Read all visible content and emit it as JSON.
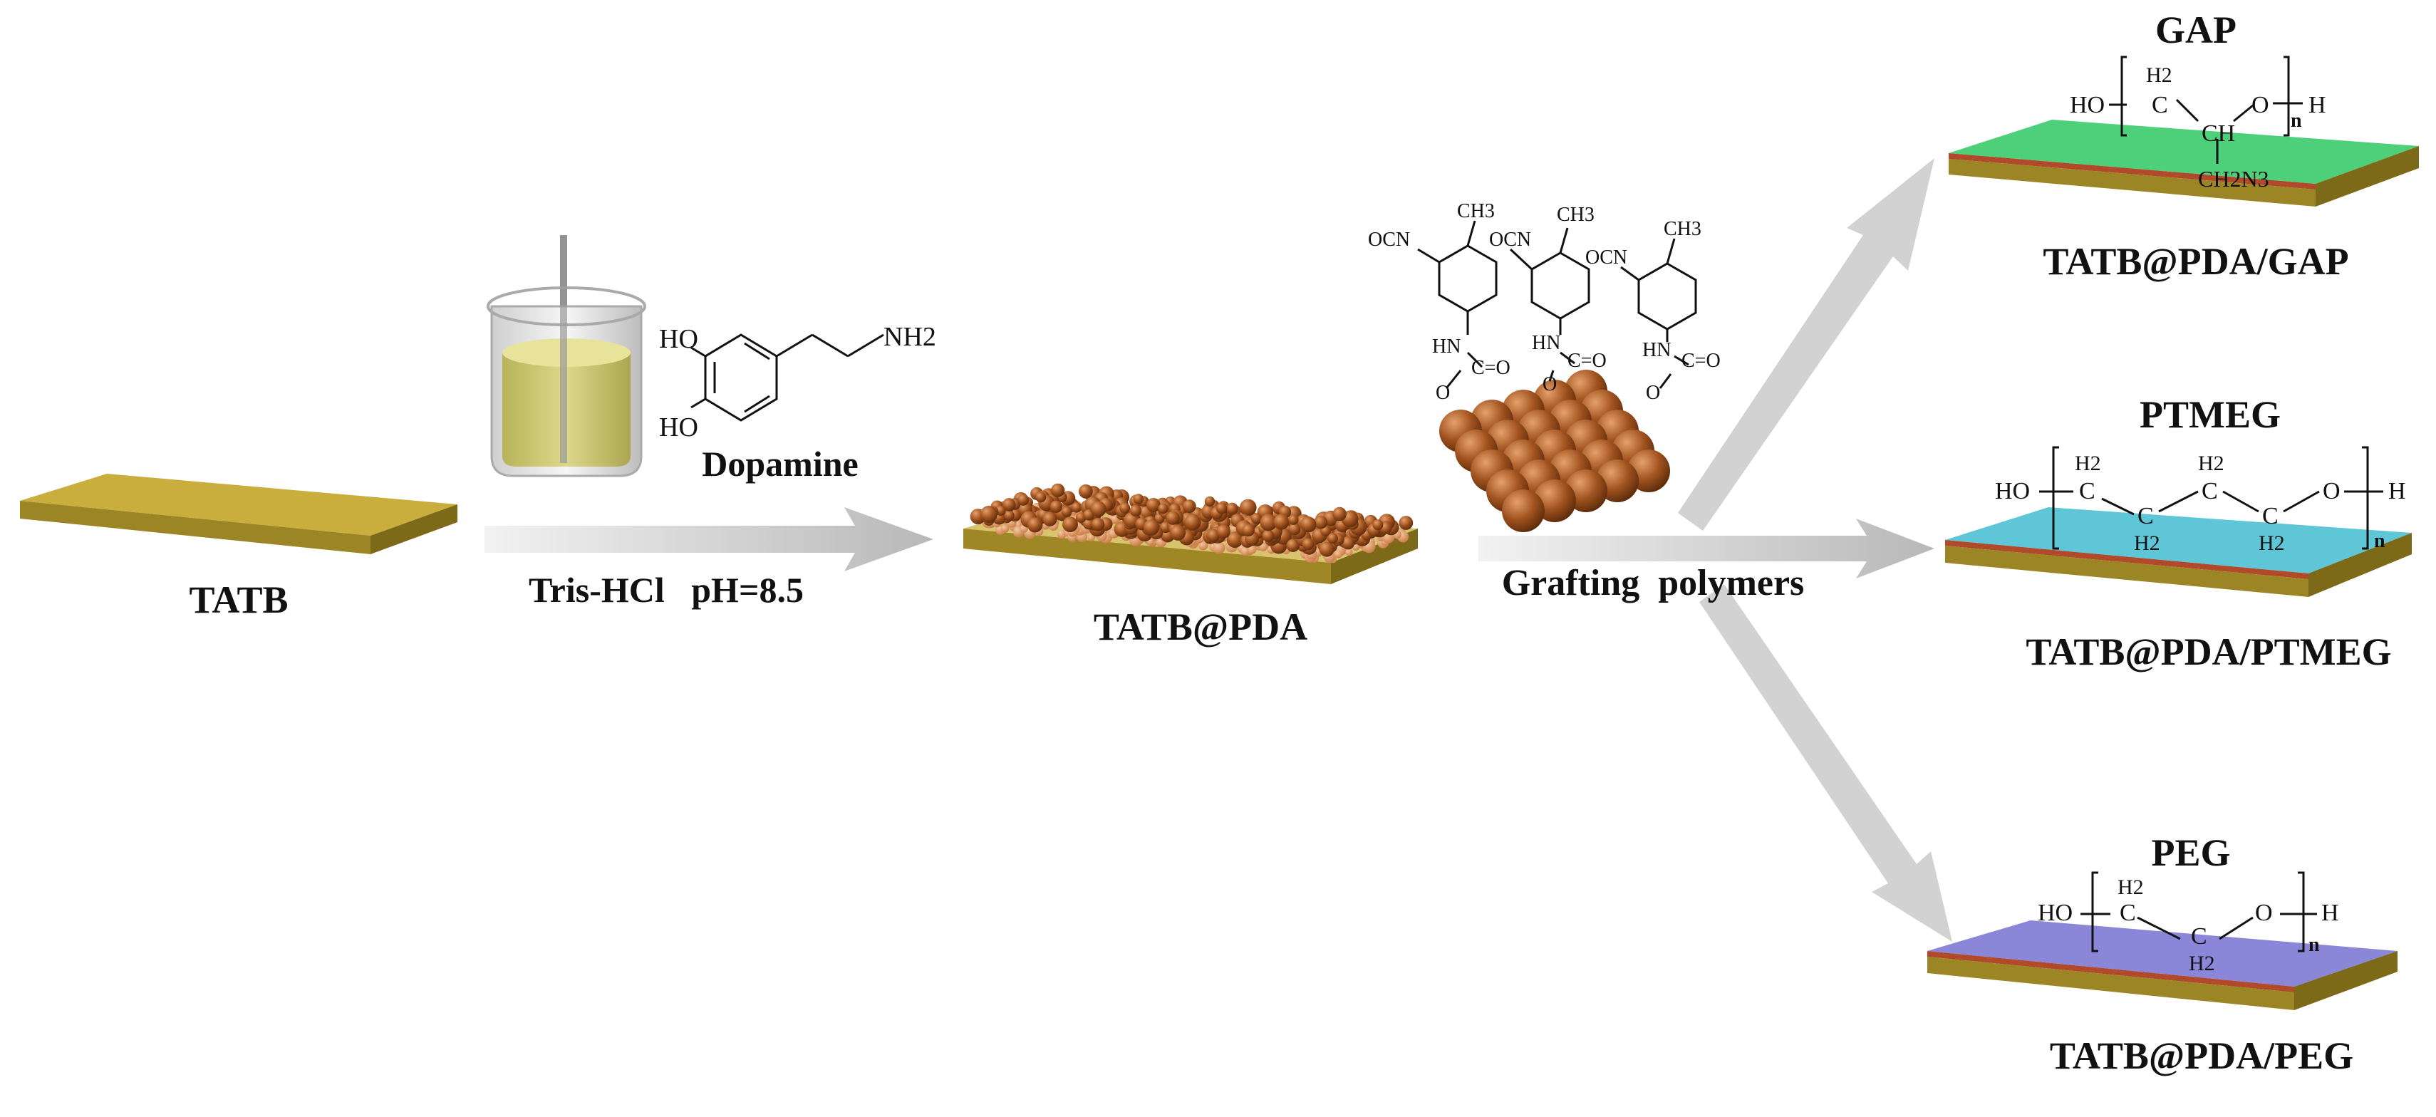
{
  "labels": {
    "tatb": "TATB",
    "conditions": "Tris-HCl   pH=8.5",
    "dopamine": "Dopamine",
    "tatb_pda": "TATB@PDA",
    "grafting": "Grafting  polymers",
    "gap_title": "GAP",
    "tatb_pda_gap": "TATB@PDA/GAP",
    "ptmeg_title": "PTMEG",
    "tatb_pda_ptmeg": "TATB@PDA/PTMEG",
    "peg_title": "PEG",
    "tatb_pda_peg": "TATB@PDA/PEG"
  },
  "chem": {
    "ho": "HO",
    "nh2": "NH2",
    "ocn": "OCN",
    "ch3": "CH3",
    "hn": "HN",
    "co": "C=O",
    "o": "O",
    "h2": "H2",
    "c": "C",
    "ch": "CH",
    "ch2n3": "CH2N3",
    "h": "H",
    "n": "n"
  },
  "colors": {
    "tatb_top": "#c9ae3e",
    "tatb_side": "#8f7a1e",
    "pda_bead": "#a0521e",
    "gap_layer": "#4ed07a",
    "ptmeg_layer": "#5ec6d6",
    "peg_layer": "#8a86d8",
    "arrow": "#c8c8c8"
  }
}
